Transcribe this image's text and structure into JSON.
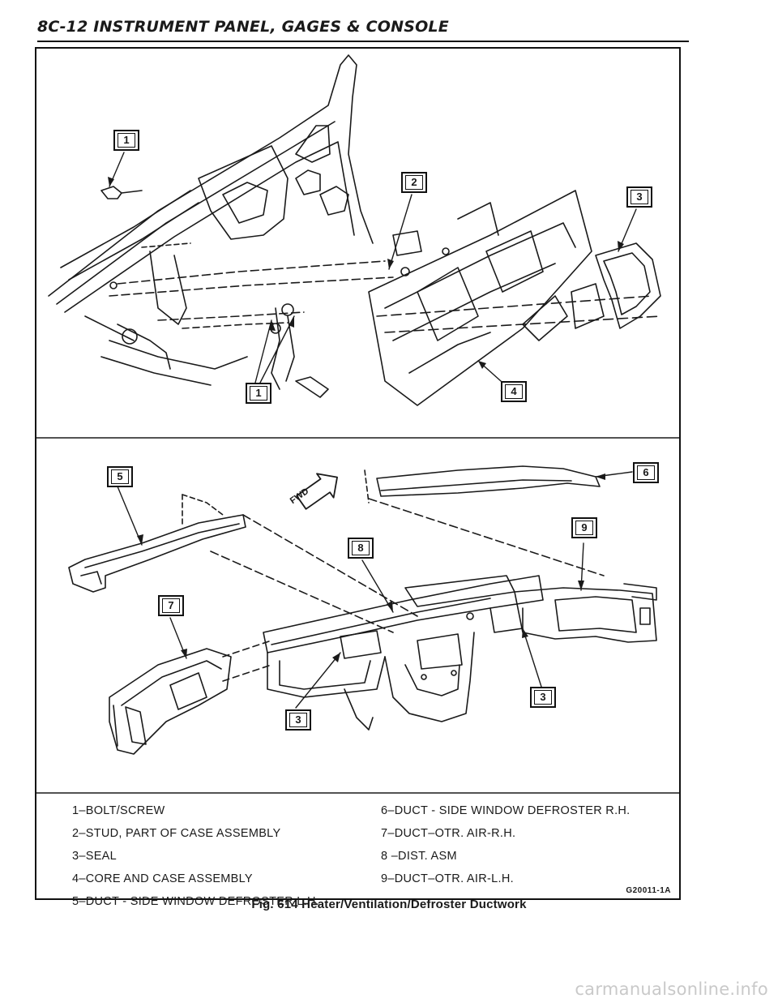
{
  "header": {
    "title": "8C-12 INSTRUMENT PANEL, GAGES & CONSOLE"
  },
  "callouts": {
    "c1a": "1",
    "c2": "2",
    "c3a": "3",
    "c1b": "1",
    "c4": "4",
    "c5": "5",
    "c6": "6",
    "c9": "9",
    "c8": "8",
    "c7": "7",
    "c3b": "3",
    "c3c": "3"
  },
  "fwd_label": "FWD",
  "legend": {
    "left": [
      "1–BOLT/SCREW",
      "2–STUD, PART OF CASE ASSEMBLY",
      "3–SEAL",
      "4–CORE AND CASE ASSEMBLY",
      "5–DUCT - SIDE WINDOW DEFROSTER L.H."
    ],
    "right": [
      "6–DUCT - SIDE WINDOW DEFROSTER R.H.",
      "7–DUCT–OTR. AIR-R.H.",
      "8 –DIST. ASM",
      "9–DUCT–OTR. AIR-L.H."
    ]
  },
  "figure_code": "G20011-1A",
  "caption": "Fig. 614 Heater/Ventilation/Defroster Ductwork",
  "watermark": "carmanualsonline.info"
}
